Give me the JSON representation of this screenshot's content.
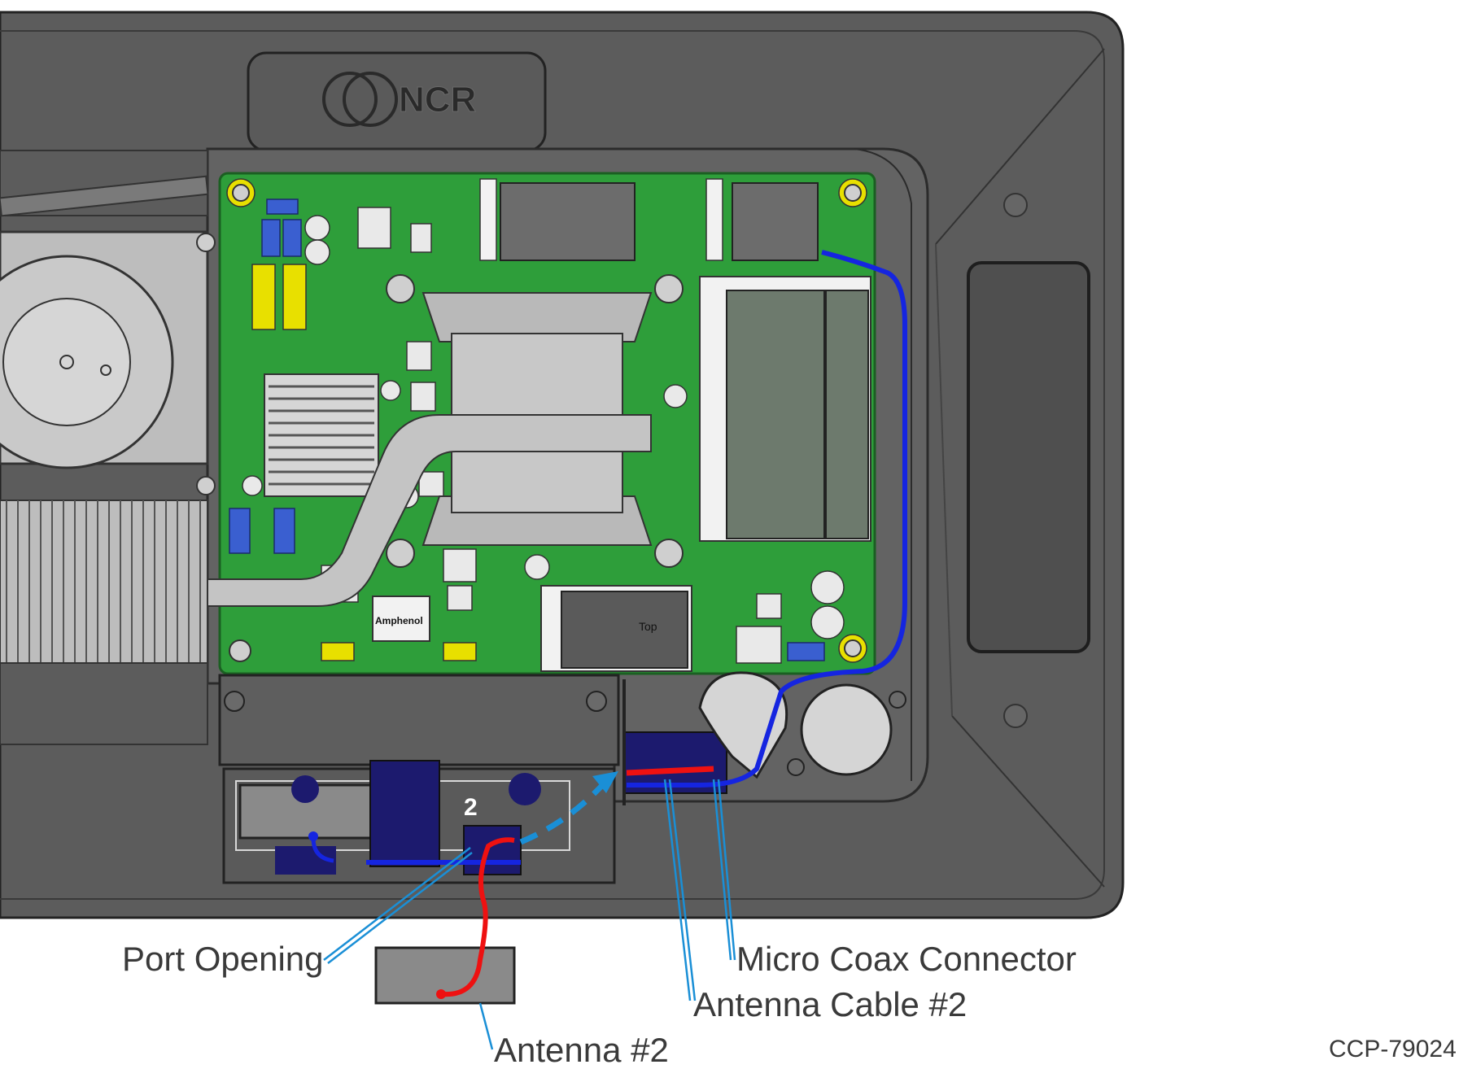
{
  "logo_text": "NCR",
  "port_number": "2",
  "chip_labels": {
    "connector_brand": "Amphenol",
    "module_marking": "Top"
  },
  "callouts": {
    "port_opening": "Port Opening",
    "micro_coax_connector": "Micro Coax Connector",
    "antenna_cable": "Antenna Cable #2",
    "antenna": "Antenna #2"
  },
  "document_id": "CCP-79024",
  "colors": {
    "chassis": "#5c5c5c",
    "chassis_edge": "#2b2b2b",
    "pcb": "#2e9e3a",
    "heatsink": "#b9b9b9",
    "cable_blue": "#1525e0",
    "cable_red": "#ee1111",
    "leader_line": "#1a8fd6",
    "arrow_dashed": "#1a8fd6",
    "dark_blue_part": "#1c1a6e",
    "yellow_part": "#e8e000"
  }
}
